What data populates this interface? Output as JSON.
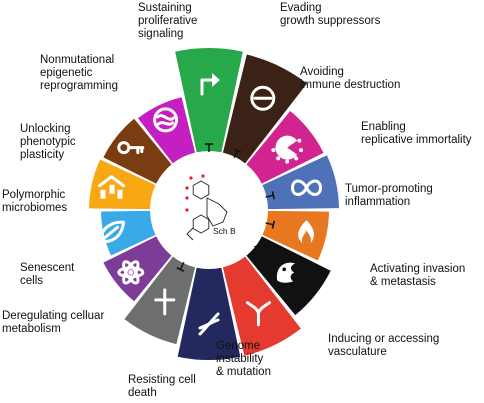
{
  "center": {
    "label": "Sch B",
    "color": "#ffffff"
  },
  "hallmarks": [
    {
      "label": "Sustaining\nproliferative\nsignaling",
      "color": "#27a84a",
      "icon": "arrow-icon",
      "blocked": true
    },
    {
      "label": "Evading\ngrowth suppressors",
      "color": "#3b2216",
      "icon": "stop-circle-icon",
      "blocked": true
    },
    {
      "label": "Avoiding\nimmune destruction",
      "color": "#d1248f",
      "icon": "pacman-cell-icon",
      "blocked": false
    },
    {
      "label": "Enabling\nreplicative immortality",
      "color": "#4f71b8",
      "icon": "infinity-icon",
      "blocked": true
    },
    {
      "label": "Tumor-promoting\ninflammation",
      "color": "#e87722",
      "icon": "flame-icon",
      "blocked": true
    },
    {
      "label": "Activating invasion\n& metastasis",
      "color": "#111111",
      "icon": "crab-icon",
      "blocked": true
    },
    {
      "label": "Inducing or accessing\nvasculature",
      "color": "#e43a2f",
      "icon": "vessel-icon",
      "blocked": false
    },
    {
      "label": "Genome\ninstability\n& mutation",
      "color": "#23295e",
      "icon": "dna-icon",
      "blocked": false
    },
    {
      "label": "Resisting cell\ndeath",
      "color": "#6d6e70",
      "icon": "cross-icon",
      "blocked": true
    },
    {
      "label": "Deregulating celluar\nmetabolism",
      "color": "#7c3c97",
      "icon": "atom-icon",
      "blocked": false
    },
    {
      "label": "Senescent\ncells",
      "color": "#3aa9e8",
      "icon": "leaf-icon",
      "blocked": false
    },
    {
      "label": "Polymorphic\nmicrobiomes",
      "color": "#f7a814",
      "icon": "microbes-icon",
      "blocked": false
    },
    {
      "label": "Unlocking\nphenotypic\nplasticity",
      "color": "#7a3d12",
      "icon": "key-icon",
      "blocked": false
    },
    {
      "label": "Nonmutational\nepigenetic\nreprogramming",
      "color": "#c41fc0",
      "icon": "nucleus-icon",
      "blocked": false
    }
  ]
}
